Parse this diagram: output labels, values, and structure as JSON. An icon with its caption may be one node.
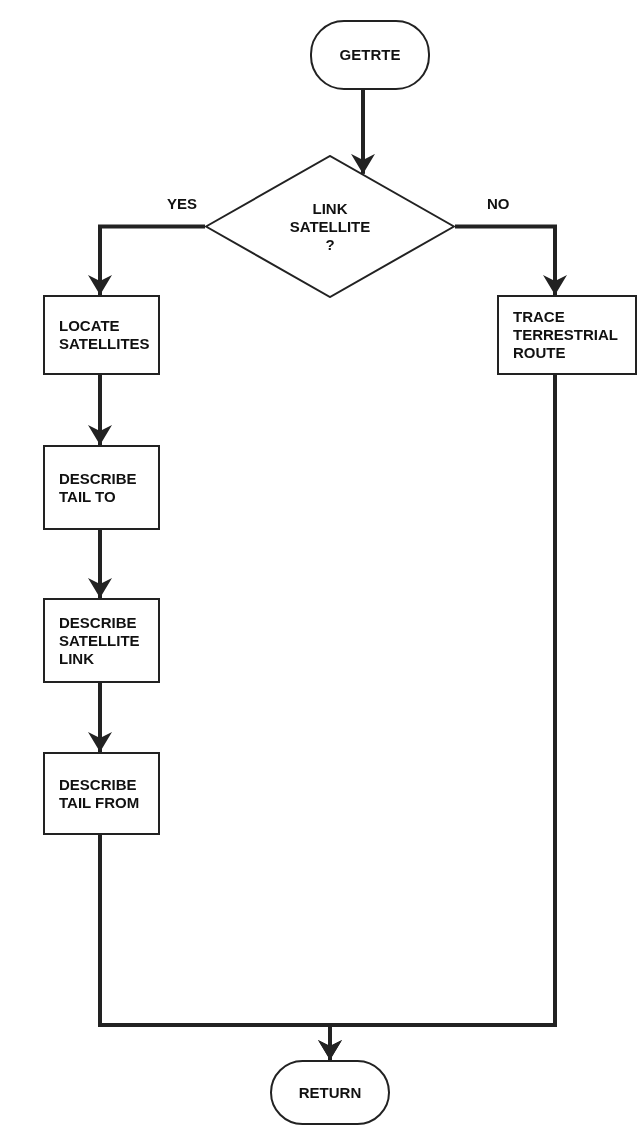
{
  "diagram": {
    "nodes": [
      {
        "text": [
          "GETRTE"
        ]
      },
      {
        "text": [
          "LINK SATELLITE ?"
        ]
      },
      {
        "text": [
          "LOCATE SATELLITES"
        ]
      },
      {
        "text": [
          "TRACE TERRESTRIAL ROUTE"
        ]
      },
      {
        "text": [
          "DESCRIBE TAIL TO"
        ]
      },
      {
        "text": [
          "DESCRIBE SATELLITE LINK"
        ]
      },
      {
        "text": [
          "DESCRIBE TAIL FROM"
        ]
      },
      {
        "text": [
          "RETURN"
        ]
      }
    ],
    "edges": [
      {
        "from": 0,
        "to": 1,
        "arrow": "to"
      },
      {
        "from": 1,
        "to": 2,
        "arrow": "to",
        "label": "YES"
      },
      {
        "from": 1,
        "to": 3,
        "arrow": "to",
        "label": "NO"
      },
      {
        "from": 2,
        "to": 4,
        "arrow": "to"
      },
      {
        "from": 4,
        "to": 5,
        "arrow": "to"
      },
      {
        "from": 5,
        "to": 6,
        "arrow": "to"
      },
      {
        "from": 6,
        "to": 7,
        "arrow": "to"
      },
      {
        "from": 3,
        "to": 7,
        "arrow": "to"
      }
    ]
  }
}
